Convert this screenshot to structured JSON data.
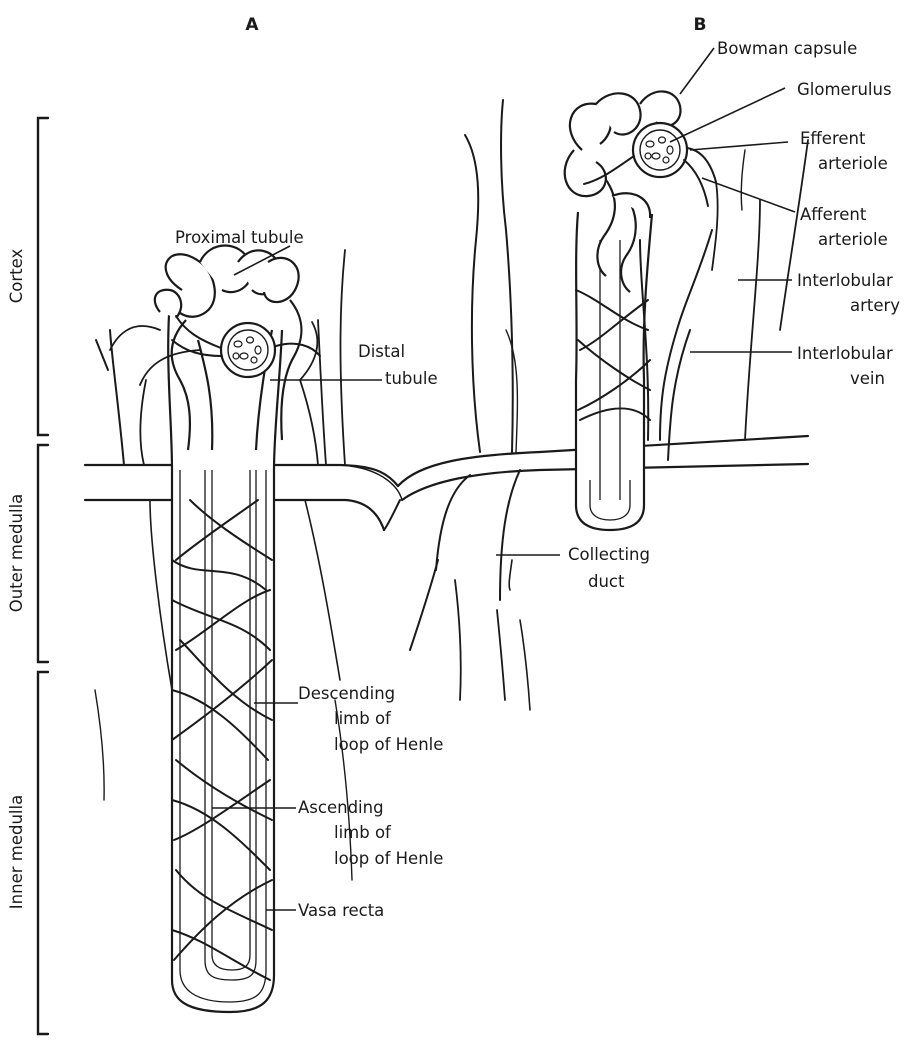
{
  "panels": {
    "a": "A",
    "b": "B"
  },
  "zones": {
    "cortex": "Cortex",
    "outer_medulla": "Outer medulla",
    "inner_medulla": "Inner medulla"
  },
  "labels": {
    "proximal_tubule": "Proximal tubule",
    "distal_tubule": [
      "Distal",
      "tubule"
    ],
    "collecting_duct": [
      "Collecting",
      "duct"
    ],
    "descending_limb": [
      "Descending",
      "limb of",
      "loop of Henle"
    ],
    "ascending_limb": [
      "Ascending",
      "limb of",
      "loop of Henle"
    ],
    "vasa_recta": "Vasa recta",
    "bowman_capsule": "Bowman capsule",
    "glomerulus": "Glomerulus",
    "efferent_arteriole": [
      "Efferent",
      "arteriole"
    ],
    "afferent_arteriole": [
      "Afferent",
      "arteriole"
    ],
    "interlobular_artery": [
      "Interlobular",
      "artery"
    ],
    "interlobular_vein": [
      "Interlobular",
      "vein"
    ]
  }
}
